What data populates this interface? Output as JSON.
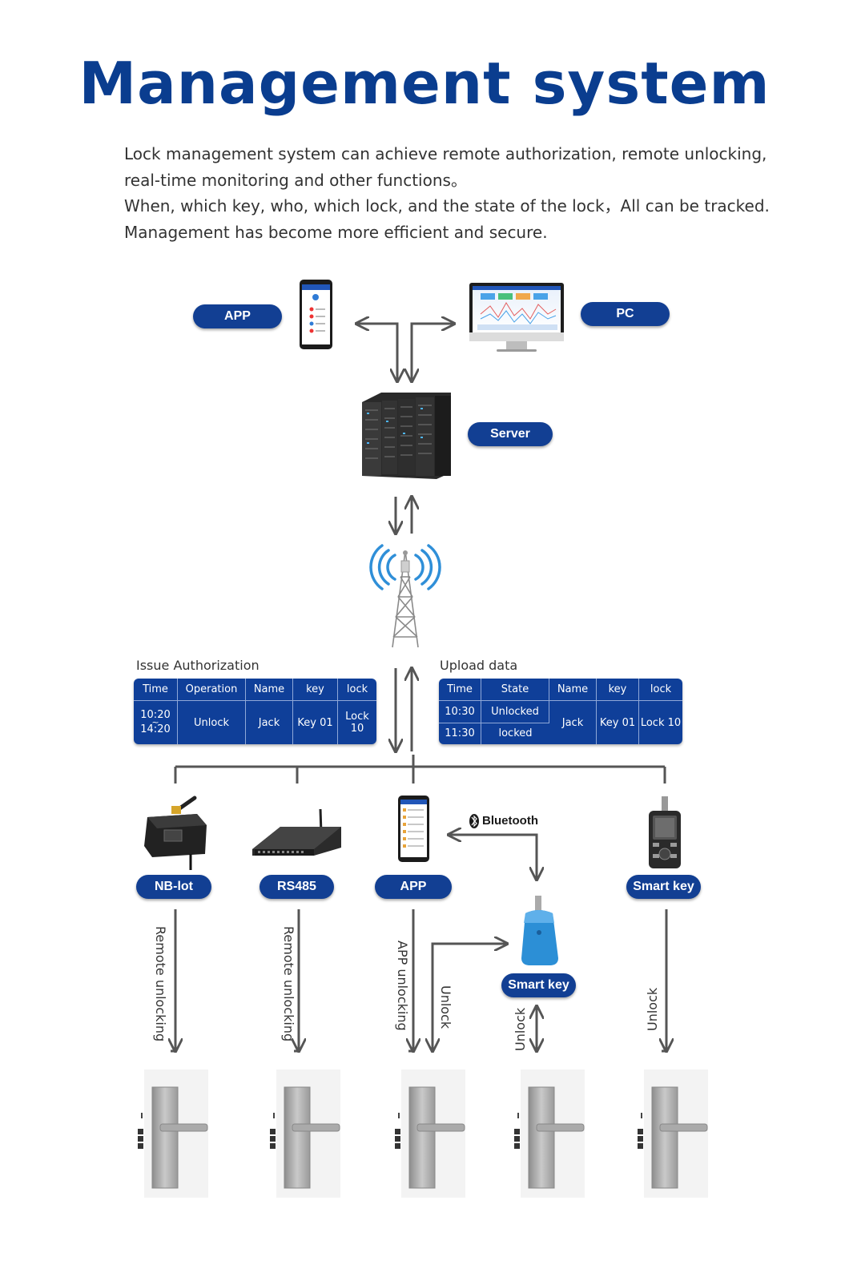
{
  "title": "Management system",
  "description": [
    "Lock management system can achieve remote authorization, remote unlocking,",
    "real-time monitoring and other functions。",
    "When, which key, who, which lock, and the state of the lock，All can be tracked.",
    "Management has become more efficient and secure."
  ],
  "nodes": {
    "app_top": "APP",
    "pc": "PC",
    "server": "Server",
    "nb_iot": "NB-lot",
    "rs485": "RS485",
    "app": "APP",
    "smart_key_right": "Smart key",
    "smart_key_mid": "Smart key",
    "bluetooth": "Bluetooth"
  },
  "issue_table": {
    "caption": "Issue Authorization",
    "headers": [
      "Time",
      "Operation",
      "Name",
      "key",
      "lock"
    ],
    "time_from": "10:20",
    "time_sep": "~",
    "time_to": "14:20",
    "operation": "Unlock",
    "name": "Jack",
    "key": "Key 01",
    "lock": "Lock 10"
  },
  "upload_table": {
    "caption": "Upload data",
    "headers": [
      "Time",
      "State",
      "Name",
      "key",
      "lock"
    ],
    "rows": [
      {
        "time": "10:30",
        "state": "Unlocked"
      },
      {
        "time": "11:30",
        "state": "locked"
      }
    ],
    "name": "Jack",
    "key": "Key 01",
    "lock": "Lock 10"
  },
  "link_labels": {
    "nb_iot": "Remote unlocking",
    "rs485": "Remote unlocking",
    "app": "APP unlocking",
    "app_to_key": "Unlock",
    "smart_key_mid": "Unlock",
    "smart_key_right": "Unlock"
  },
  "colors": {
    "brand_blue": "#123f93",
    "title_blue": "#0a3d8f",
    "line_gray": "#555555"
  }
}
